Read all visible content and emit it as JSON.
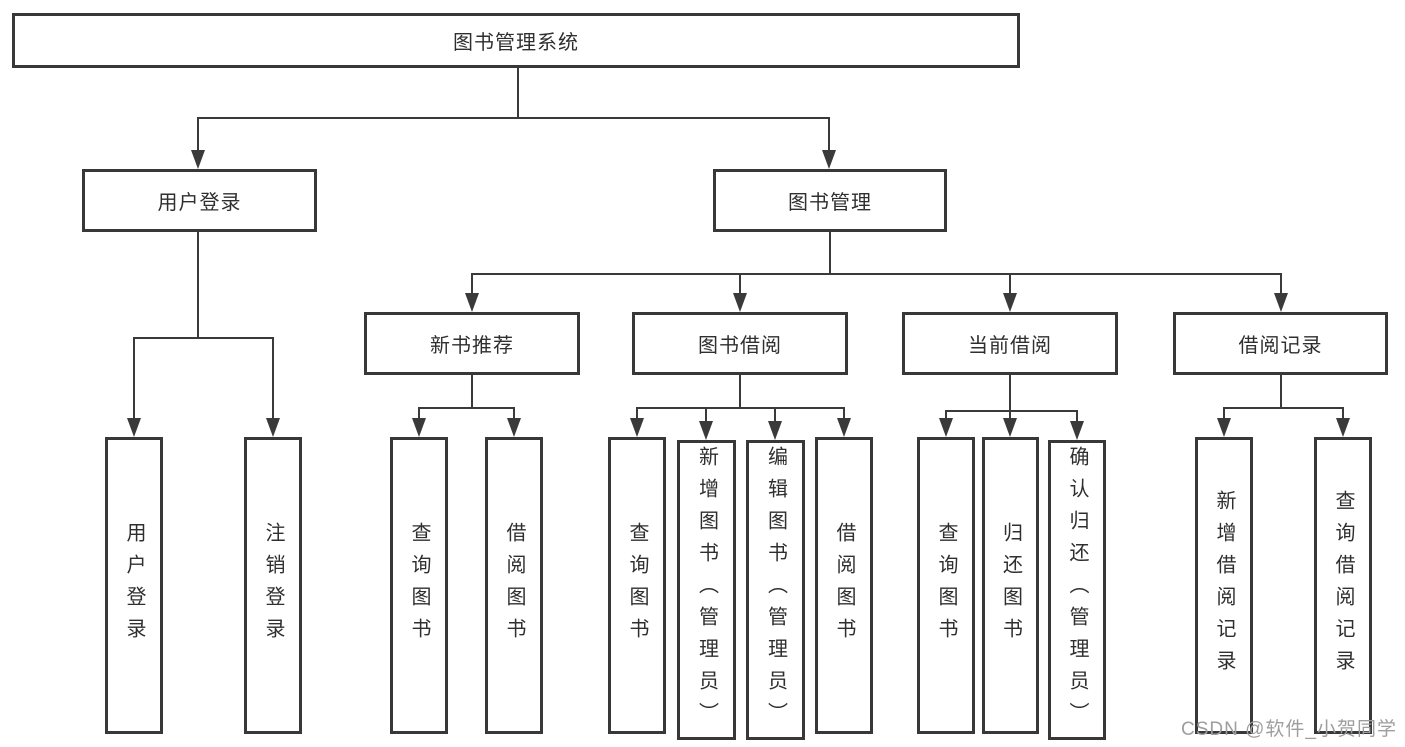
{
  "diagram": {
    "root": {
      "label": "图书管理系统"
    },
    "level2": {
      "user_login": {
        "label": "用户登录"
      },
      "book_mgmt": {
        "label": "图书管理"
      }
    },
    "level3": {
      "new_book_rec": {
        "label": "新书推荐"
      },
      "book_borrow": {
        "label": "图书借阅"
      },
      "current_borrow": {
        "label": "当前借阅"
      },
      "borrow_records": {
        "label": "借阅记录"
      }
    },
    "leaves": {
      "login_user": {
        "label": "用户登录"
      },
      "login_logout": {
        "label": "注销登录"
      },
      "rec_query": {
        "label": "查询图书"
      },
      "rec_borrow": {
        "label": "借阅图书"
      },
      "borrow_query": {
        "label": "查询图书"
      },
      "borrow_add": {
        "label": "新增图书（管理员）"
      },
      "borrow_edit": {
        "label": "编辑图书（管理员）"
      },
      "borrow_lend": {
        "label": "借阅图书"
      },
      "cur_query": {
        "label": "查询图书"
      },
      "cur_return": {
        "label": "归还图书"
      },
      "cur_confirm": {
        "label": "确认归还（管理员）"
      },
      "records_add": {
        "label": "新增借阅记录"
      },
      "records_query": {
        "label": "查询借阅记录"
      }
    },
    "watermark": "CSDN @软件_小贺同学",
    "colors": {
      "line": "#3a3a3a",
      "border": "#383838",
      "text": "#2f2f2f",
      "watermark": "#9e9e9e",
      "background": "#ffffff"
    }
  }
}
